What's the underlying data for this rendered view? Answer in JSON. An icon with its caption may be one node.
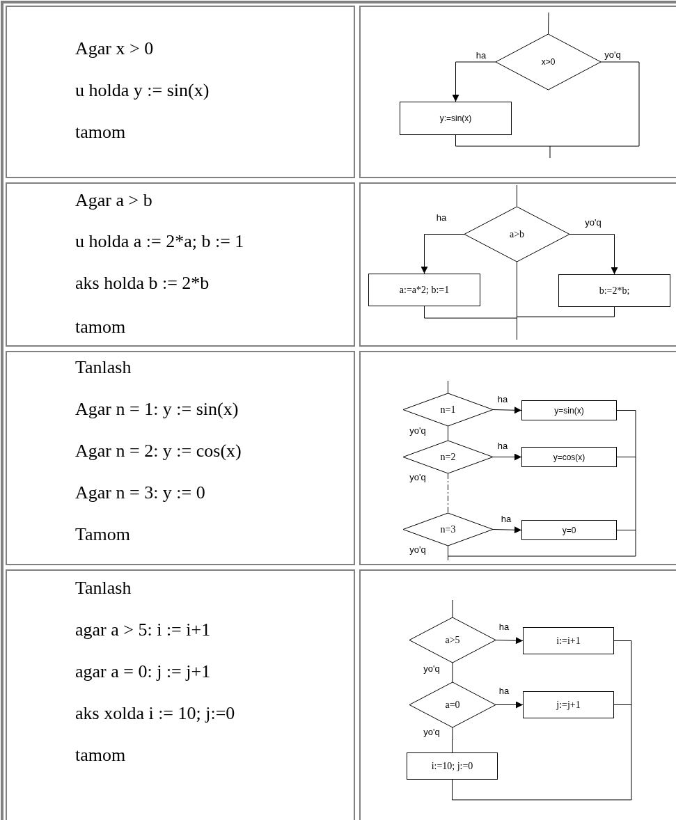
{
  "diagram": {
    "nodes": [
      {
        "text": [
          "x>0"
        ]
      },
      {
        "text": [
          "y:=sin(x)"
        ]
      },
      {
        "text": [
          "a>b"
        ]
      },
      {
        "text": [
          "a:=a*2; b:=1"
        ]
      },
      {
        "text": [
          "b:=2*b;"
        ]
      },
      {
        "text": [
          "n=1"
        ]
      },
      {
        "text": [
          "y=sin(x)"
        ]
      },
      {
        "text": [
          "n=2"
        ]
      },
      {
        "text": [
          "y=cos(x)"
        ]
      },
      {
        "text": [
          "n=3"
        ]
      },
      {
        "text": [
          "y=0"
        ]
      },
      {
        "text": [
          "a>5"
        ]
      },
      {
        "text": [
          "i:=i+1"
        ]
      },
      {
        "text": [
          "a=0"
        ]
      },
      {
        "text": [
          "j:=j+1"
        ]
      },
      {
        "text": [
          "i:=10; j:=0"
        ]
      }
    ],
    "edges": [
      {
        "from": null,
        "to": 0,
        "arrow": "none"
      },
      {
        "from": 0,
        "to": 1,
        "arrow": "to",
        "label": "ha"
      },
      {
        "from": 0,
        "to": null,
        "arrow": "none",
        "label": "yo'q"
      },
      {
        "from": 1,
        "to": null,
        "arrow": "none"
      },
      {
        "from": null,
        "to": 2,
        "arrow": "none"
      },
      {
        "from": 2,
        "to": 3,
        "arrow": "to",
        "label": "ha"
      },
      {
        "from": 2,
        "to": 4,
        "arrow": "to",
        "label": "yo'q"
      },
      {
        "from": 2,
        "to": null,
        "arrow": "none"
      },
      {
        "from": 3,
        "to": null,
        "arrow": "none"
      },
      {
        "from": 4,
        "to": null,
        "arrow": "none"
      },
      {
        "from": null,
        "to": 5,
        "arrow": "none"
      },
      {
        "from": 5,
        "to": 6,
        "arrow": "to",
        "label": "ha"
      },
      {
        "from": 5,
        "to": 7,
        "arrow": "none",
        "label": "yo'q"
      },
      {
        "from": 7,
        "to": 8,
        "arrow": "to",
        "label": "ha"
      },
      {
        "from": 7,
        "to": 9,
        "arrow": "none",
        "label": "yo'q",
        "style": "dashed"
      },
      {
        "from": 9,
        "to": 10,
        "arrow": "to",
        "label": "ha"
      },
      {
        "from": 9,
        "to": null,
        "arrow": "none",
        "label": "yo'q"
      },
      {
        "from": 6,
        "to": null,
        "arrow": "none"
      },
      {
        "from": 8,
        "to": null,
        "arrow": "none"
      },
      {
        "from": 10,
        "to": null,
        "arrow": "none"
      },
      {
        "from": null,
        "to": 11,
        "arrow": "none"
      },
      {
        "from": 11,
        "to": 12,
        "arrow": "to",
        "label": "ha"
      },
      {
        "from": 11,
        "to": 13,
        "arrow": "none",
        "label": "yo'q"
      },
      {
        "from": 13,
        "to": 14,
        "arrow": "to",
        "label": "ha"
      },
      {
        "from": 13,
        "to": 15,
        "arrow": "none",
        "label": "yo'q"
      },
      {
        "from": 12,
        "to": null,
        "arrow": "none"
      },
      {
        "from": 14,
        "to": null,
        "arrow": "none"
      },
      {
        "from": 15,
        "to": null,
        "arrow": "none"
      }
    ],
    "labels": [
      "Agar x > 0",
      "u holda y := sin(x)",
      "tamom",
      "Agar a > b",
      "u holda a := 2*a; b := 1",
      "aks holda b := 2*b",
      "tamom",
      "Tanlash",
      "Agar n = 1: y := sin(x)",
      "Agar n = 2: y := cos(x)",
      "Agar n = 3: y := 0",
      "Tamom",
      "Tanlash",
      "agar a > 5: i := i+1",
      "agar a = 0: j := j+1",
      "aks xolda i := 10; j:=0",
      "tamom"
    ]
  }
}
